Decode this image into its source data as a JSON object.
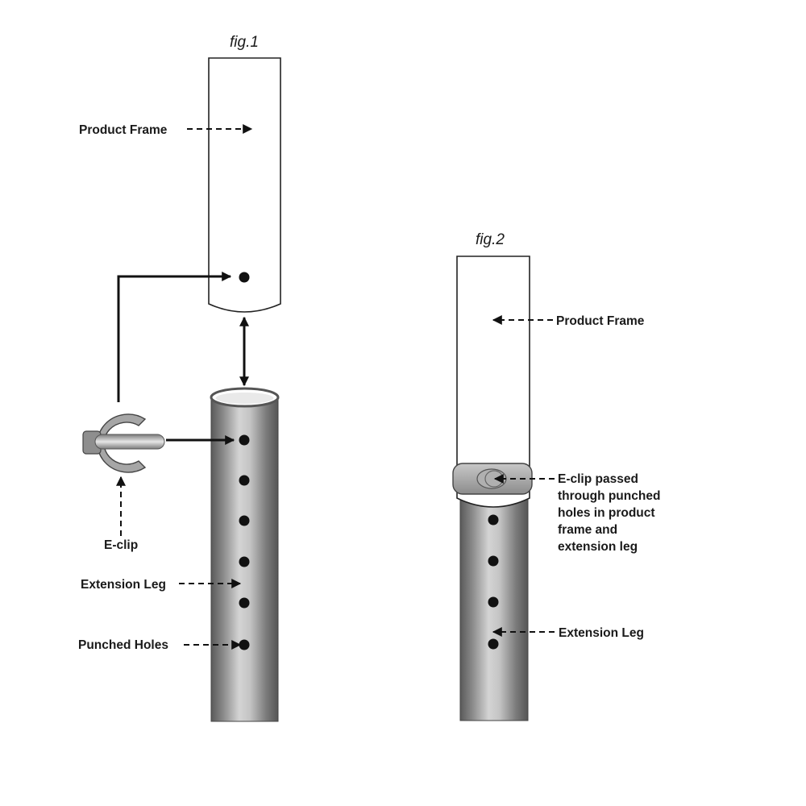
{
  "figures": {
    "fig1": {
      "title": "fig.1",
      "labels": {
        "product_frame": "Product Frame",
        "e_clip": "E-clip",
        "extension_leg": "Extension Leg",
        "punched_holes": "Punched Holes"
      }
    },
    "fig2": {
      "title": "fig.2",
      "labels": {
        "product_frame": "Product Frame",
        "e_clip_passed": [
          "E-clip passed",
          "through punched",
          "holes in product",
          "frame and",
          "extension leg"
        ],
        "extension_leg": "Extension Leg"
      }
    }
  },
  "colors": {
    "outline": "#222222",
    "hole": "#111111",
    "metal_dark": "#6f6f6f",
    "metal_light": "#cfcfcf",
    "clip": "#9a9a9a"
  }
}
